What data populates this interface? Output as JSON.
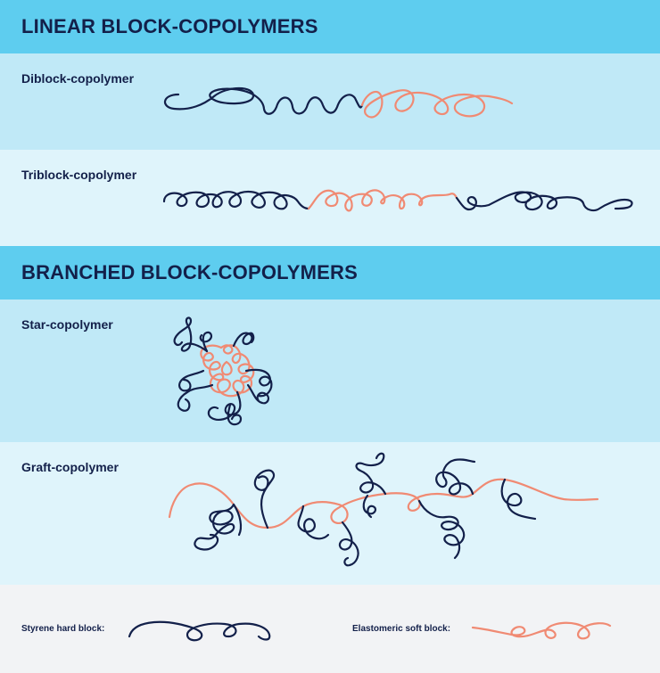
{
  "sections": {
    "linear": {
      "title": "LINEAR BLOCK-COPOLYMERS"
    },
    "branched": {
      "title": "BRANCHED BLOCK-COPOLYMERS"
    }
  },
  "rows": {
    "diblock": {
      "label": "Diblock-copolymer"
    },
    "triblock": {
      "label": "Triblock-copolymer"
    },
    "star": {
      "label": "Star-copolymer"
    },
    "graft": {
      "label": "Graft-copolymer"
    }
  },
  "legend": {
    "hard_label": "Styrene hard block:",
    "soft_label": "Elastomeric soft block:"
  },
  "colors": {
    "hard_block": "#13204a",
    "soft_block": "#f08a73",
    "header_bg": "#5ecdef",
    "row_dark_bg": "#c0e9f7",
    "row_light_bg": "#dff4fb",
    "legend_bg": "#f2f3f5"
  }
}
